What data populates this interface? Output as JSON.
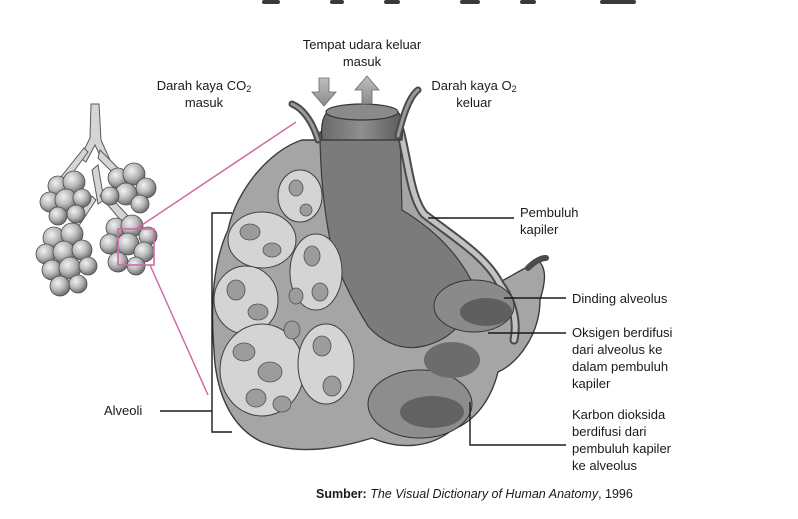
{
  "labels": {
    "air_line1": "Tempat udara keluar",
    "air_line2": "masuk",
    "co2_line1_prefix": "Darah kaya CO",
    "co2_line1_sub": "2",
    "co2_line2": "masuk",
    "o2_line1_prefix": "Darah kaya O",
    "o2_line1_sub": "2",
    "o2_line2": "keluar",
    "capillary_line1": "Pembuluh",
    "capillary_line2": "kapiler",
    "wall": "Dinding alveolus",
    "oxygen_line1": "Oksigen berdifusi",
    "oxygen_line2": "dari alveolus ke",
    "oxygen_line3": "dalam pembuluh",
    "oxygen_line4": "kapiler",
    "carbon_line1": "Karbon dioksida",
    "carbon_line2": "berdifusi dari",
    "carbon_line3": "pembuluh kapiler",
    "carbon_line4": "ke alveolus",
    "alveoli": "Alveoli"
  },
  "source": {
    "prefix": "Sumber:",
    "title": "The Visual Dictionary of Human Anatomy",
    "year": ", 1996"
  },
  "colors": {
    "line": "#1a1a1a",
    "zoom": "#d36aa8",
    "tissue_light": "#c9c9c9",
    "tissue_mid": "#9a9a9a",
    "tissue_dark": "#5e5e5e"
  }
}
